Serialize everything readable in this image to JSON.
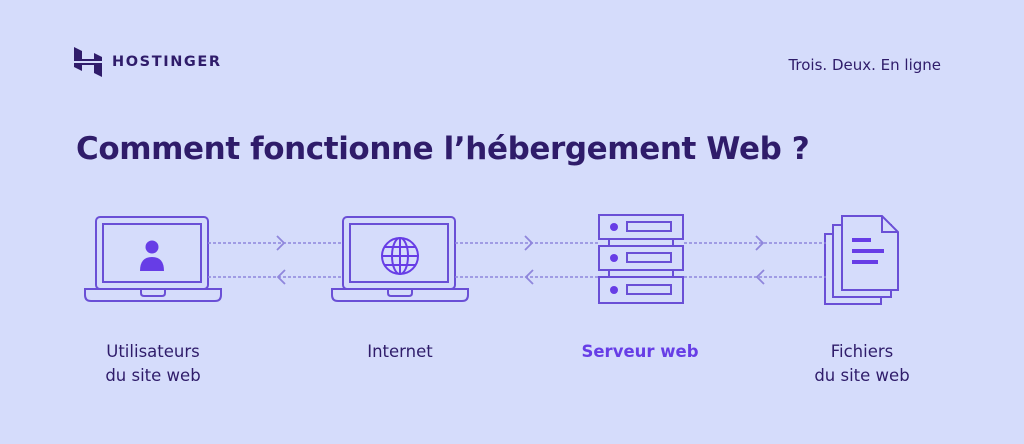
{
  "brand": {
    "name": "HOSTINGER",
    "tagline": "Trois. Deux. En ligne",
    "icon": "hostinger-logo-icon"
  },
  "title": "Comment fonctionne l’hébergement Web ?",
  "colors": {
    "background": "#d5dcfb",
    "text": "#2f1c6a",
    "accent": "#673de6",
    "stroke": "#6a4fd6",
    "dashed": "#8f86dc"
  },
  "nodes": [
    {
      "id": "users",
      "icon": "laptop-user-icon",
      "label_line1": "Utilisateurs",
      "label_line2": "du site web",
      "highlight": false
    },
    {
      "id": "internet",
      "icon": "laptop-globe-icon",
      "label_line1": "Internet",
      "label_line2": "",
      "highlight": false
    },
    {
      "id": "server",
      "icon": "server-stack-icon",
      "label_line1": "Serveur web",
      "label_line2": "",
      "highlight": true
    },
    {
      "id": "files",
      "icon": "document-stack-icon",
      "label_line1": "Fichiers",
      "label_line2": "du site web",
      "highlight": false
    }
  ],
  "connectors": [
    {
      "from": "users",
      "to": "internet",
      "icons": [
        "arrow-right-icon",
        "arrow-left-icon"
      ]
    },
    {
      "from": "internet",
      "to": "server",
      "icons": [
        "arrow-right-icon",
        "arrow-left-icon"
      ]
    },
    {
      "from": "server",
      "to": "files",
      "icons": [
        "arrow-right-icon",
        "arrow-left-icon"
      ]
    }
  ]
}
